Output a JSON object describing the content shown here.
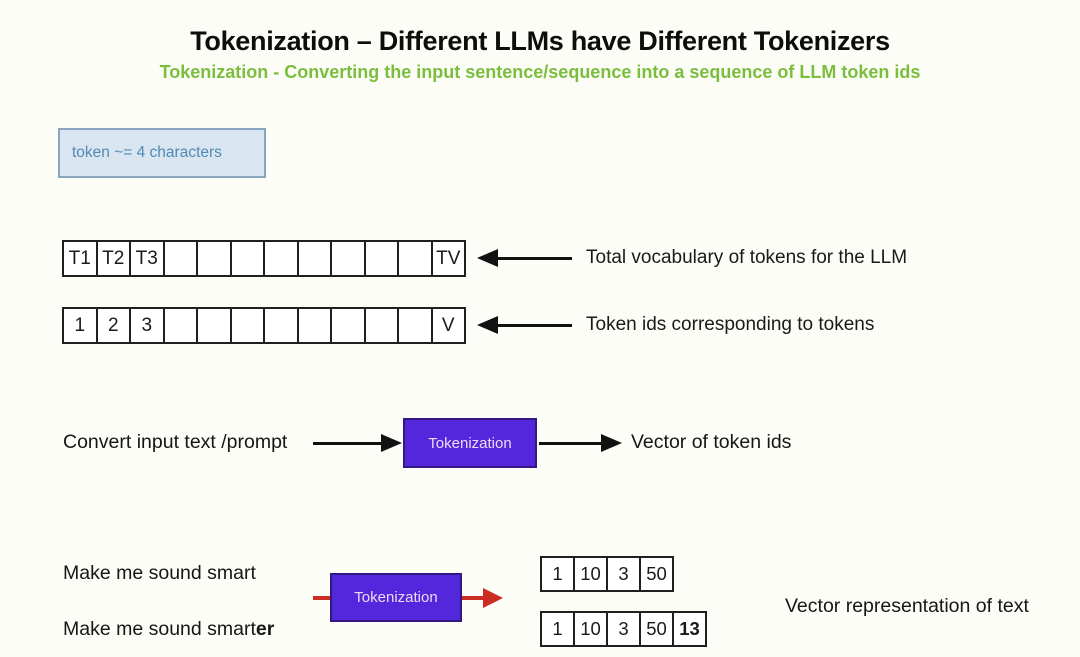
{
  "slide": {
    "title": "Tokenization – Different LLMs have Different Tokenizers",
    "subtitle": "Tokenization - Converting the input sentence/sequence into a sequence of LLM token ids"
  },
  "note_box": {
    "label": "token ~= 4 characters"
  },
  "vocab_row": {
    "cells": [
      "T1",
      "T2",
      "T3",
      "",
      "",
      "",
      "",
      "",
      "",
      "",
      "",
      "TV"
    ],
    "annotation": "Total vocabulary of tokens for the LLM"
  },
  "id_row": {
    "cells": [
      "1",
      "2",
      "3",
      "",
      "",
      "",
      "",
      "",
      "",
      "",
      "",
      "V"
    ],
    "annotation": "Token ids corresponding to tokens"
  },
  "pipeline": {
    "input_label": "Convert input text /prompt",
    "process_label": "Tokenization",
    "output_label": "Vector of token ids"
  },
  "example": {
    "input_line_1": "Make me sound smart",
    "input_line_2_text": "Make me sound smart",
    "input_line_2_bold": "er",
    "process_label": "Tokenization",
    "vector_1": [
      "1",
      "10",
      "3",
      "50"
    ],
    "vector_2": [
      "1",
      "10",
      "3",
      "50",
      {
        "t": "13",
        "b": true
      }
    ],
    "annotation": "Vector representation of text"
  },
  "icons": {
    "left_arrow": "left-arrow-icon",
    "right_arrow": "right-arrow-icon",
    "red_right_arrow": "red-right-arrow-icon"
  },
  "colors": {
    "background": "#FCFDF6",
    "title_text": "#0D0D0D",
    "subtitle_green": "#7BBE3E",
    "note_box_bg": "#D9E5F1",
    "note_box_border": "#8AA5BF",
    "note_box_text": "#5189B4",
    "cell_border": "#1F1F1F",
    "process_box_purple": "#5328DD",
    "process_box_text": "#F0DAF4",
    "arrow_black": "#111111",
    "arrow_red": "#CC2D22"
  }
}
